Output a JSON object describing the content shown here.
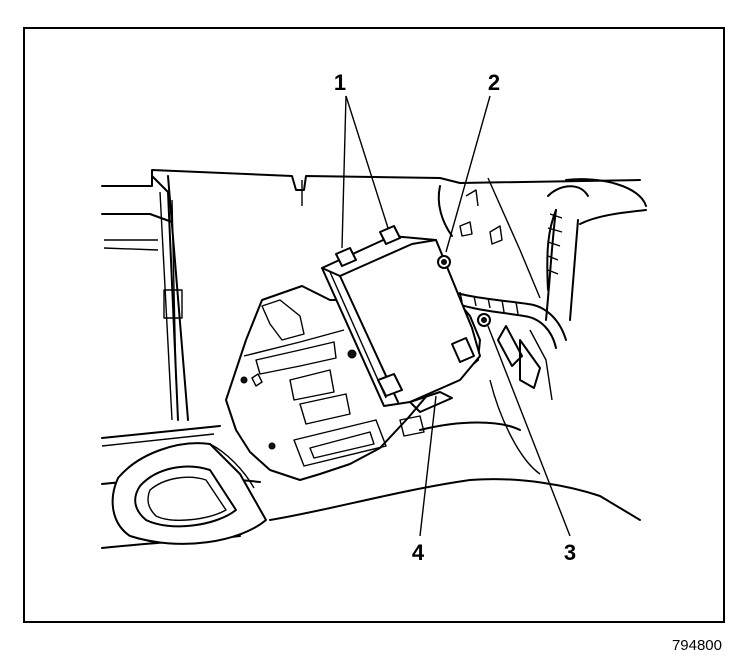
{
  "figure": {
    "border_color": "#000000",
    "background": "#ffffff",
    "callouts": [
      "1",
      "2",
      "3",
      "4"
    ],
    "figure_code": "794800"
  }
}
